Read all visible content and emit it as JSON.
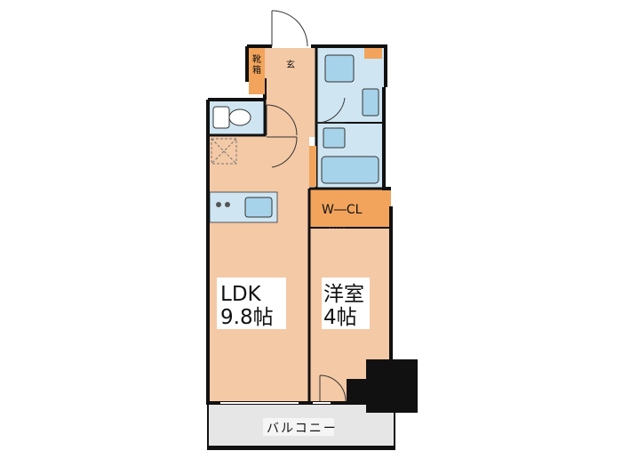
{
  "colors": {
    "floor": "#f4c9a6",
    "wet": "#cfe6f2",
    "fixture": "#a7d3ea",
    "closet": "#f2a45c",
    "balcony": "#e6e6e6",
    "wall": "#111111",
    "label_bg": "#ffffff"
  },
  "rooms": {
    "ldk": {
      "name": "LDK",
      "size": "9.8帖"
    },
    "western": {
      "name": "洋室",
      "size": "4帖"
    },
    "closet": {
      "name": "W―CL"
    },
    "entrance": {
      "name": "玄"
    },
    "shoe_box": {
      "line1": "靴",
      "line2": "箱"
    },
    "balcony": {
      "name": "バルコニー"
    }
  }
}
